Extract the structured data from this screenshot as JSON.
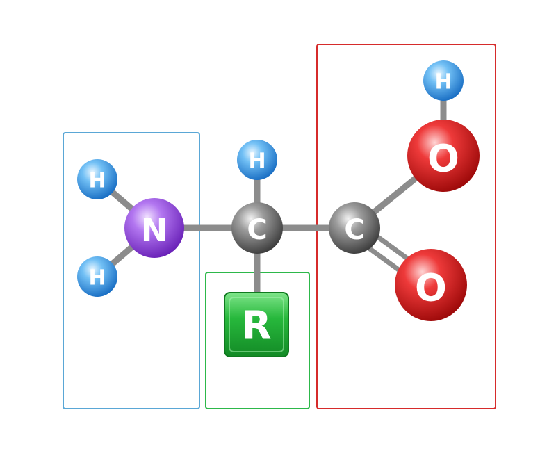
{
  "groups": [
    {
      "id": "amino-group",
      "color": "#5aa7d6"
    },
    {
      "id": "side-chain-group",
      "color": "#2db84a"
    },
    {
      "id": "carboxyl-group",
      "color": "#d62b2b"
    }
  ],
  "atoms": {
    "h_amino_top": {
      "symbol": "H",
      "element": "hydrogen"
    },
    "h_amino_bottom": {
      "symbol": "H",
      "element": "hydrogen"
    },
    "n": {
      "symbol": "N",
      "element": "nitrogen"
    },
    "h_alpha": {
      "symbol": "H",
      "element": "hydrogen"
    },
    "c_alpha": {
      "symbol": "C",
      "element": "carbon"
    },
    "c_carboxyl": {
      "symbol": "C",
      "element": "carbon"
    },
    "o_hydroxyl": {
      "symbol": "O",
      "element": "oxygen"
    },
    "h_hydroxyl": {
      "symbol": "H",
      "element": "hydrogen"
    },
    "o_carbonyl": {
      "symbol": "O",
      "element": "oxygen"
    }
  },
  "side_chain": {
    "symbol": "R",
    "color": "#22b33a"
  },
  "element_colors": {
    "hydrogen": "#3a9be8",
    "nitrogen": "#9b4fe0",
    "carbon": "#7d7d7d",
    "oxygen": "#e01a1a"
  }
}
